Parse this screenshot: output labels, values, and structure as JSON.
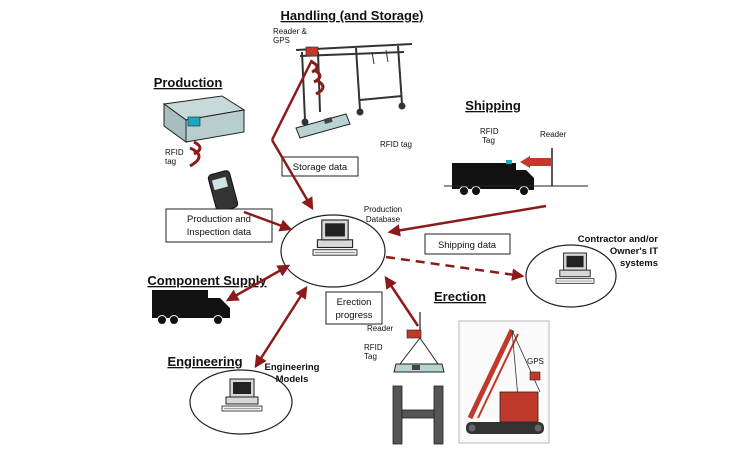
{
  "titles": {
    "handling": "Handling (and Storage)",
    "production": "Production",
    "shipping": "Shipping",
    "component_supply": "Component Supply",
    "erection": "Erection",
    "engineering": "Engineering"
  },
  "labels": {
    "reader_gps_line1": "Reader &",
    "reader_gps_line2": "GPS",
    "rfid_tag_handling": "RFID tag",
    "rfid_production_line1": "RFID",
    "rfid_production_line2": "tag",
    "rfid_shipping_line1": "RFID",
    "rfid_shipping_line2": "Tag",
    "reader_shipping": "Reader",
    "reader_erection": "Reader",
    "rfid_erection_line1": "RFID",
    "rfid_erection_line2": "Tag",
    "gps_crane": "GPS"
  },
  "boxes": {
    "storage_data": "Storage data",
    "production_inspection_line1": "Production and",
    "production_inspection_line2": "Inspection data",
    "shipping_data": "Shipping data",
    "erection_progress_line1": "Erection",
    "erection_progress_line2": "progress"
  },
  "central": {
    "db_line1": "Production",
    "db_line2": "Database"
  },
  "contractor": {
    "line1": "Contractor and/or",
    "line2": "Owner's IT",
    "line3": "systems"
  },
  "engineering_models": {
    "line1": "Engineering",
    "line2": "Models"
  },
  "colors": {
    "arrow": "#8b1a1a",
    "tag_red": "#c0392b",
    "crane_red": "#c0392b",
    "device_teal": "#a9c9c9"
  }
}
